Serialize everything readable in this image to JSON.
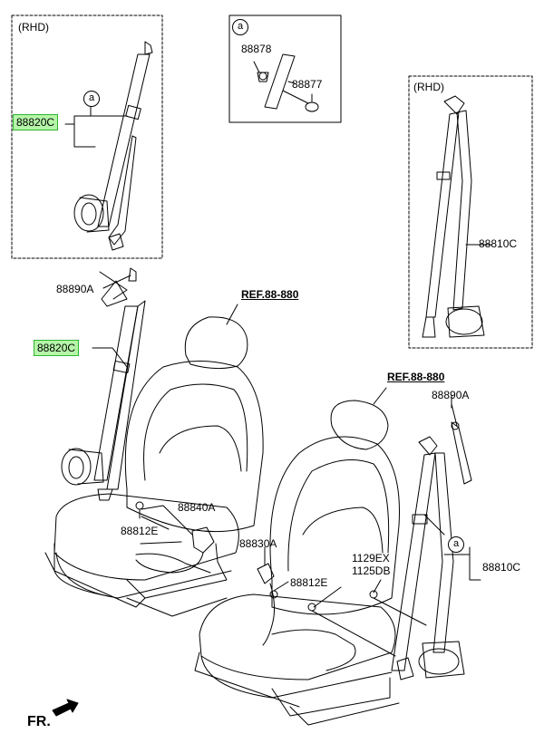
{
  "inset_rhd_left": {
    "region": "(RHD)",
    "part": "88820C",
    "callout": "a"
  },
  "inset_detail": {
    "callout": "a",
    "part_upper": "88878",
    "part_lower": "88877"
  },
  "inset_rhd_right": {
    "region": "(RHD)",
    "part": "88810C"
  },
  "main": {
    "height_adjuster_left": "88890A",
    "belt_left": "88820C",
    "ref_left": "REF.88-880",
    "buckle_left": "88840A",
    "bolt_left": "88812E",
    "ref_right": "REF.88-880",
    "height_adjuster_right": "88890A",
    "buckle_right": "88830A",
    "bolt_right": "88812E",
    "bolt_a": "1129EX",
    "bolt_b": "1125DB",
    "belt_right": "88810C",
    "callout_right": "a"
  },
  "footer": {
    "direction": "FR."
  },
  "colors": {
    "line": "#000000",
    "highlight_fill": "#b5f5a8",
    "highlight_border": "#2fb52f"
  }
}
